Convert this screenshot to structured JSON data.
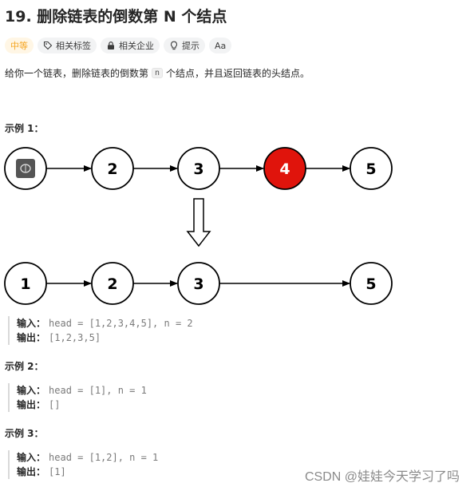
{
  "problem": {
    "title": "19. 删除链表的倒数第 N 个结点",
    "difficulty": "中等",
    "tags": [
      "相关标签",
      "相关企业",
      "提示",
      "Aa"
    ],
    "description_before": "给你一个链表，删除链表的倒数第",
    "description_code": "n",
    "description_after": "个结点，并且返回链表的头结点。"
  },
  "diagram": {
    "top_row": [
      "brain",
      "2",
      "3",
      "4",
      "5"
    ],
    "highlight_index": 3,
    "bottom_row": [
      "1",
      "2",
      "3",
      "5"
    ],
    "highlight_color": "#e0140c"
  },
  "examples": [
    {
      "title": "示例 1：",
      "input_label": "输入：",
      "input": "head = [1,2,3,4,5], n = 2",
      "output_label": "输出：",
      "output": "[1,2,3,5]"
    },
    {
      "title": "示例 2：",
      "input_label": "输入：",
      "input": "head = [1], n = 1",
      "output_label": "输出：",
      "output": "[]"
    },
    {
      "title": "示例 3：",
      "input_label": "输入：",
      "input": "head = [1,2], n = 1",
      "output_label": "输出：",
      "output": "[1]"
    }
  ],
  "watermark": "CSDN @娃娃今天学习了吗"
}
